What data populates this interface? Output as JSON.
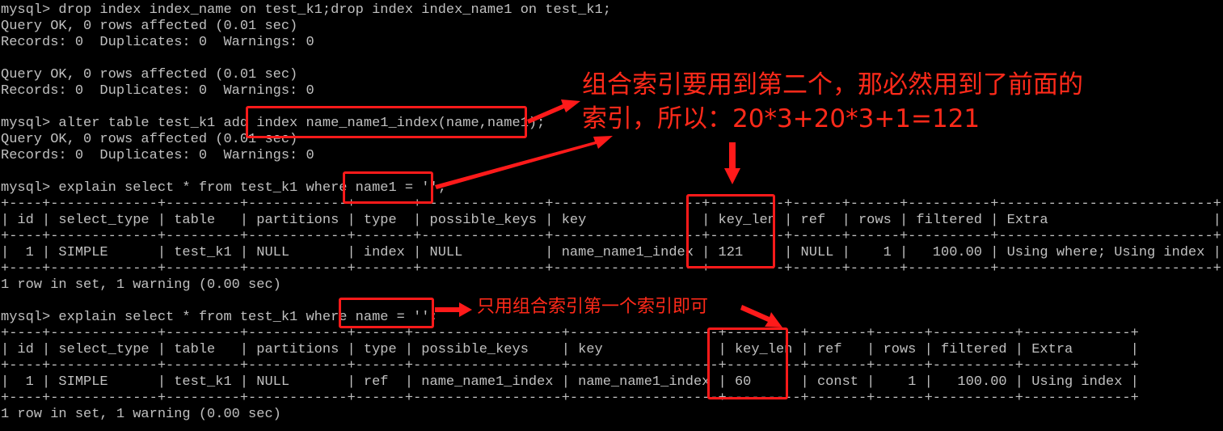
{
  "terminal": {
    "lines": [
      "mysql> drop index index_name on test_k1;drop index index_name1 on test_k1;",
      "Query OK, 0 rows affected (0.01 sec)",
      "Records: 0  Duplicates: 0  Warnings: 0",
      "",
      "Query OK, 0 rows affected (0.01 sec)",
      "Records: 0  Duplicates: 0  Warnings: 0",
      "",
      "mysql> alter table test_k1 add index name_name1_index(name,name1);",
      "Query OK, 0 rows affected (0.01 sec)",
      "Records: 0  Duplicates: 0  Warnings: 0",
      "",
      "mysql> explain select * from test_k1 where name1 = '';",
      "+----+-------------+---------+------------+-------+---------------+------------------+---------+------+------+----------+--------------------------+",
      "| id | select_type | table   | partitions | type  | possible_keys | key              | key_len | ref  | rows | filtered | Extra                    |",
      "+----+-------------+---------+------------+-------+---------------+------------------+---------+------+------+----------+--------------------------+",
      "|  1 | SIMPLE      | test_k1 | NULL       | index | NULL          | name_name1_index | 121     | NULL |    1 |   100.00 | Using where; Using index |",
      "+----+-------------+---------+------------+-------+---------------+------------------+---------+------+------+----------+--------------------------+",
      "1 row in set, 1 warning (0.00 sec)",
      "",
      "mysql> explain select * from test_k1 where name = '';",
      "+----+-------------+---------+------------+------+------------------+------------------+---------+-------+------+----------+-------------+",
      "| id | select_type | table   | partitions | type | possible_keys    | key              | key_len | ref   | rows | filtered | Extra       |",
      "+----+-------------+---------+------------+------+------------------+------------------+---------+-------+------+----------+-------------+",
      "|  1 | SIMPLE      | test_k1 | NULL       | ref  | name_name1_index | name_name1_index | 60      | const |    1 |   100.00 | Using index |",
      "+----+-------------+---------+------------+------+------------------+------------------+---------+-------+------+----------+-------------+",
      "1 row in set, 1 warning (0.00 sec)"
    ]
  },
  "annotations": {
    "note_1": {
      "line_1": "组合索引要用到第二个，那必然用到了前面的",
      "line_2": "索引，所以：20*3+20*3+1=121"
    },
    "note_2": "只用组合索引第一个索引即可",
    "color": "#ff1a1a"
  }
}
